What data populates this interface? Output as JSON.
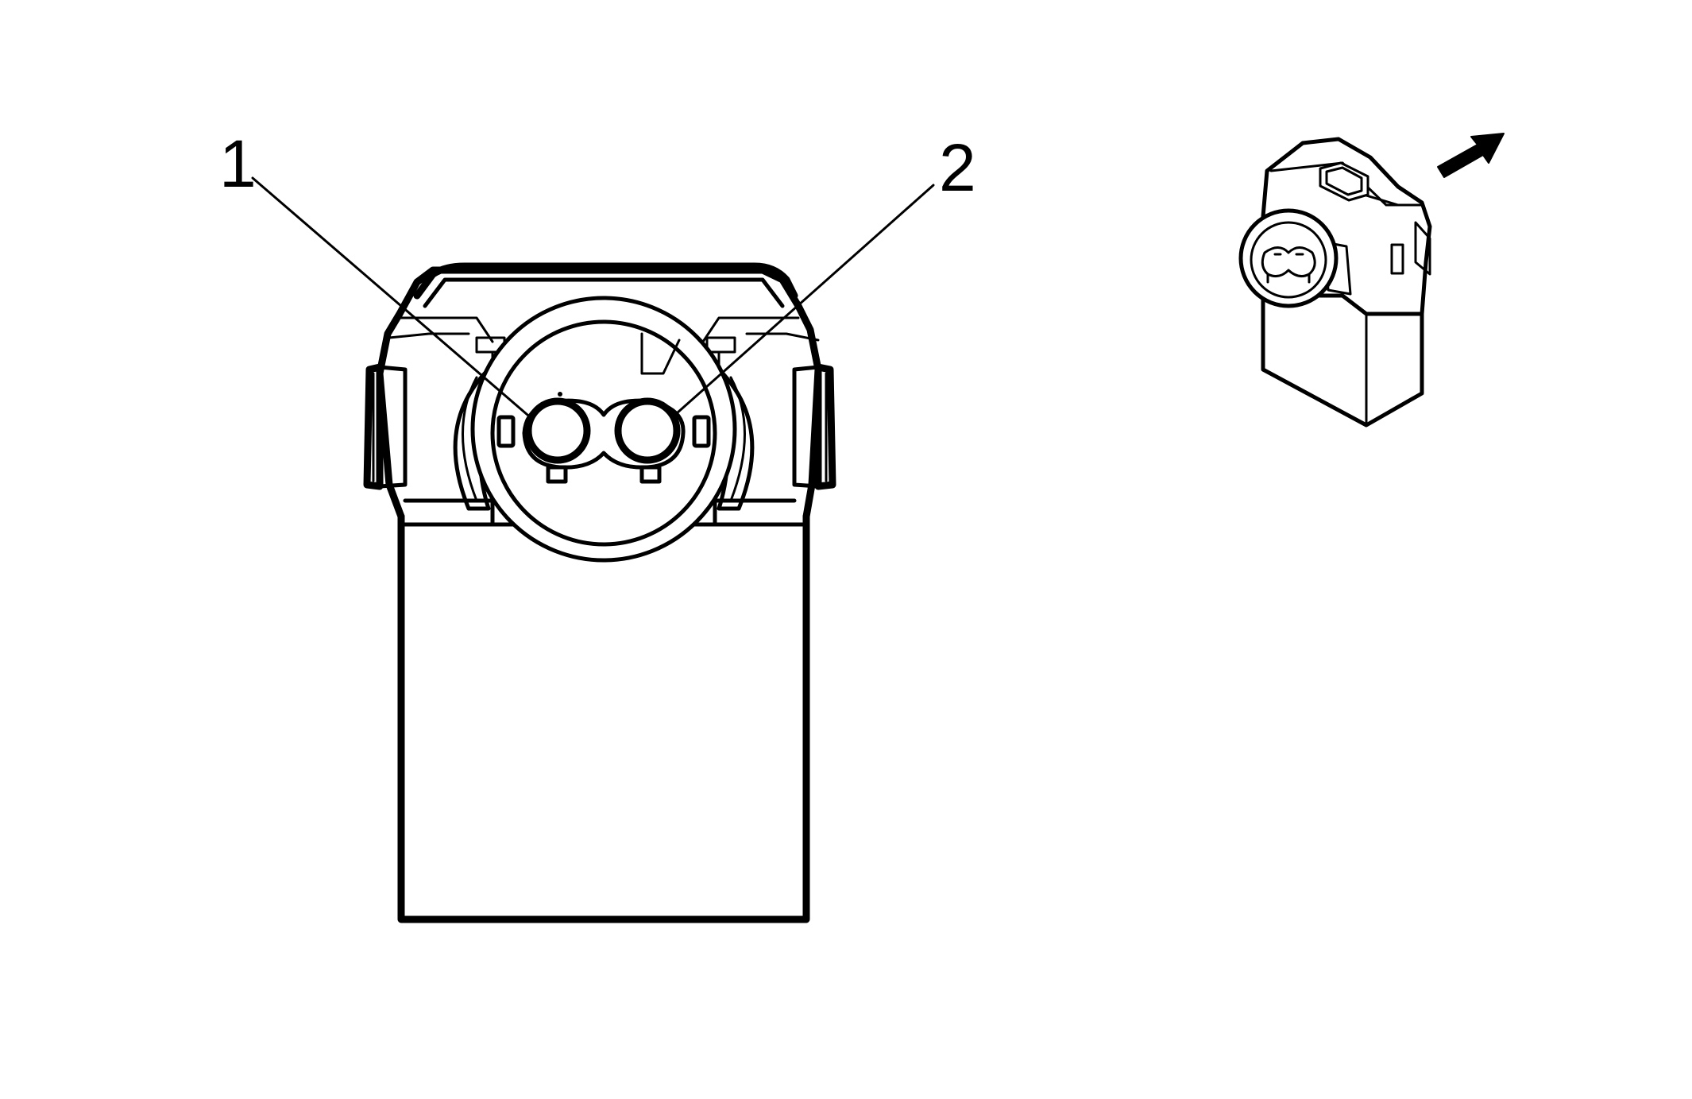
{
  "callouts": [
    {
      "id": "1",
      "label": "1"
    },
    {
      "id": "2",
      "label": "2"
    }
  ],
  "colors": {
    "line": "#000000",
    "background": "#ffffff"
  },
  "icons": {
    "direction": "arrow-up-right-icon"
  }
}
